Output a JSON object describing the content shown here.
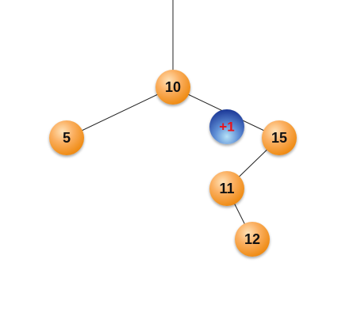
{
  "tree": {
    "nodes": [
      {
        "id": "n10",
        "label": "10"
      },
      {
        "id": "n5",
        "label": "5"
      },
      {
        "id": "n15",
        "label": "15"
      },
      {
        "id": "n11",
        "label": "11"
      },
      {
        "id": "n12",
        "label": "12"
      }
    ],
    "edges": [
      {
        "from": "parent",
        "to": "n10"
      },
      {
        "from": "n10",
        "to": "n5"
      },
      {
        "from": "n10",
        "to": "n15"
      },
      {
        "from": "n15",
        "to": "n11"
      },
      {
        "from": "n11",
        "to": "n12"
      }
    ],
    "badge": {
      "label": "+1",
      "on_edge": "n10-n15"
    }
  },
  "colors": {
    "node_fill": "#f7931e",
    "node_highlight": "#ffd9a8",
    "badge_fill": "#2f55b8",
    "badge_highlight": "#9fd0f0",
    "badge_text": "#e8141b",
    "edge": "#222222"
  }
}
